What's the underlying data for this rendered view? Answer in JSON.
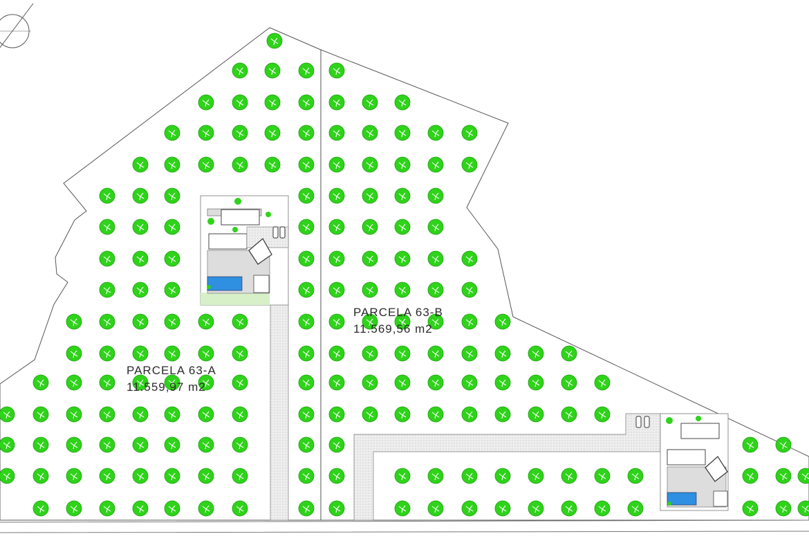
{
  "parcels": [
    {
      "name": "PARCELA 63-A",
      "area": "11.559,97 m2"
    },
    {
      "name": "PARCELA 63-B",
      "area": "11.569,56 m2"
    }
  ],
  "icons": [
    "north-arrow-icon",
    "tree-icon",
    "car-icon",
    "pool-icon"
  ],
  "colors": {
    "tree": "#2fd31a",
    "boundary": "#555555",
    "road": "#e9e9e9",
    "pool": "#2f8fe0"
  }
}
